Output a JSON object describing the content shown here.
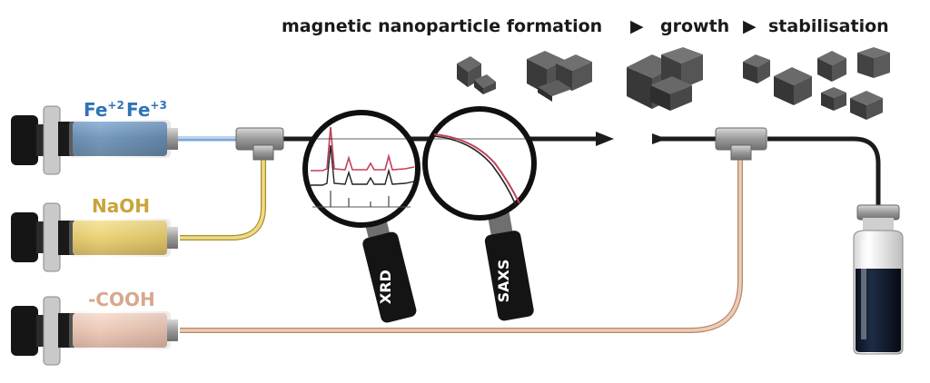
{
  "title": {
    "stage1": "magnetic nanoparticle formation",
    "arrow": "▶",
    "stage2": "growth",
    "stage3": "stabilisation"
  },
  "reagents": [
    {
      "base": "Fe",
      "sup": "+2",
      "color": "#2f72b8",
      "barrel": "#2b6195"
    },
    {
      "base": "Fe",
      "sup": "+3",
      "color": "#2f72b8"
    },
    {
      "label": "NaOH",
      "color": "#c9a43a",
      "barrel": "#e9c547"
    },
    {
      "label": "-COOH",
      "color": "#d6a88f",
      "barrel": "#e7b9a0"
    }
  ],
  "probes": {
    "xrd_label": "XRD",
    "saxs_label": "SAXS"
  },
  "colors": {
    "tube_dark": "#1c1c1c",
    "fe_tube": "#9fc3e8",
    "naoh_tube": "#e9d77c",
    "cooh_tube": "#e3b69c",
    "crystal": "#4a4a4a",
    "vial_liquid": "#0e1a2e"
  }
}
